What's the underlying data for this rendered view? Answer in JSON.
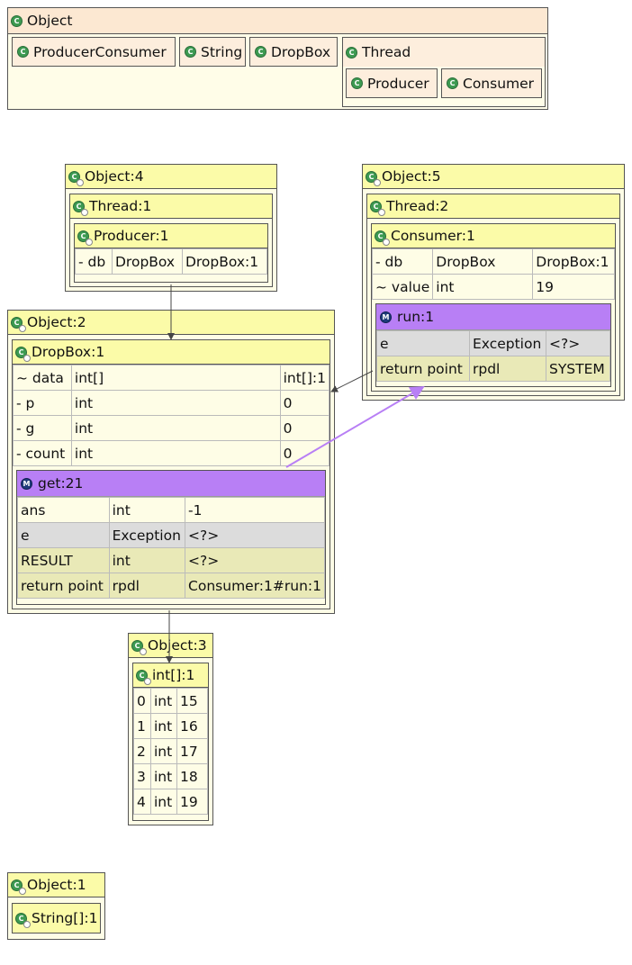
{
  "hierarchy": {
    "root": "Object",
    "classes": [
      "ProducerConsumer",
      "String",
      "DropBox"
    ],
    "thread": "Thread",
    "thread_children": [
      "Producer",
      "Consumer"
    ]
  },
  "object4": {
    "title": "Object:4",
    "thread": "Thread:1",
    "instance": "Producer:1",
    "fields": [
      [
        "- db",
        "DropBox",
        "DropBox:1"
      ]
    ]
  },
  "object5": {
    "title": "Object:5",
    "thread": "Thread:2",
    "instance": "Consumer:1",
    "fields": [
      [
        "- db",
        "DropBox",
        "DropBox:1"
      ],
      [
        "~ value",
        "int",
        "19"
      ]
    ],
    "method": {
      "title": "run:1",
      "rows": [
        [
          "e",
          "Exception",
          "<?>"
        ],
        [
          "return point",
          "rpdl",
          "SYSTEM"
        ]
      ]
    }
  },
  "object2": {
    "title": "Object:2",
    "instance": "DropBox:1",
    "fields": [
      [
        "~ data",
        "int[]",
        "int[]:1"
      ],
      [
        "- p",
        "int",
        "0"
      ],
      [
        "- g",
        "int",
        "0"
      ],
      [
        "- count",
        "int",
        "0"
      ]
    ],
    "method": {
      "title": "get:21",
      "rows": [
        [
          "ans",
          "int",
          "-1"
        ],
        [
          "e",
          "Exception",
          "<?>"
        ],
        [
          "RESULT",
          "int",
          "<?>"
        ],
        [
          "return point",
          "rpdl",
          "Consumer:1#run:1"
        ]
      ]
    }
  },
  "object3": {
    "title": "Object:3",
    "instance": "int[]:1",
    "rows": [
      [
        "0",
        "int",
        "15"
      ],
      [
        "1",
        "int",
        "16"
      ],
      [
        "2",
        "int",
        "17"
      ],
      [
        "3",
        "int",
        "18"
      ],
      [
        "4",
        "int",
        "19"
      ]
    ]
  },
  "object1": {
    "title": "Object:1",
    "instance": "String[]:1"
  },
  "colors": {
    "header_yellow": "#fbfba8",
    "body_pale": "#fefde6",
    "class_peach": "#fce8d2",
    "method_purple": "#b87ff5",
    "link_purple": "#b87ff5",
    "row_gray": "#dcdcdc",
    "row_olive": "#e9e9b7"
  },
  "icons": {
    "class": "class-c-icon",
    "instance": "instance-c-icon",
    "method": "method-m-icon"
  }
}
